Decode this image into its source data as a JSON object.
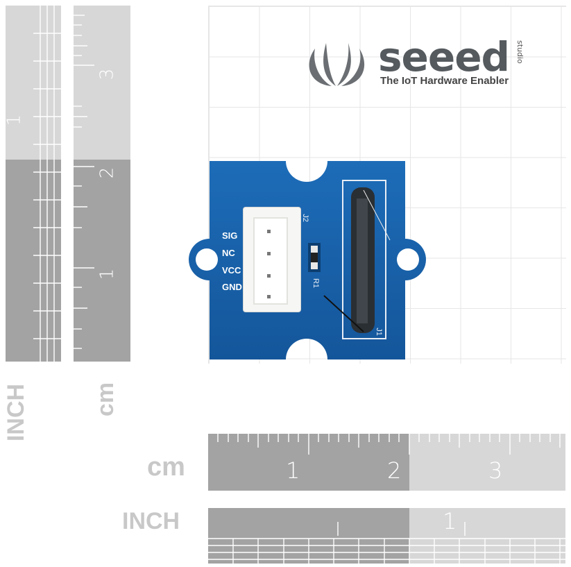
{
  "logo": {
    "brand": "seeed",
    "sub": "studio",
    "tagline": "The IoT Hardware Enabler"
  },
  "module": {
    "pins": [
      "SIG",
      "NC",
      "VCC",
      "GND"
    ],
    "connector_label": "J2",
    "resistor_label": "R1",
    "switch_label": "J1"
  },
  "rulers": {
    "bottom_cm": {
      "unit": "cm",
      "numbers": [
        "1",
        "2",
        "3"
      ]
    },
    "bottom_inch": {
      "unit": "INCH",
      "numbers": [
        "1"
      ]
    },
    "left_cm": {
      "unit": "cm",
      "numbers": [
        "3",
        "2",
        "1"
      ]
    },
    "left_inch": {
      "unit": "INCH",
      "numbers": [
        "1"
      ]
    }
  },
  "colors": {
    "pcb": "#1660a8",
    "ruler_dark": "#a3a3a3",
    "ruler_light": "#d7d7d7",
    "grid": "#e6e6e6"
  }
}
